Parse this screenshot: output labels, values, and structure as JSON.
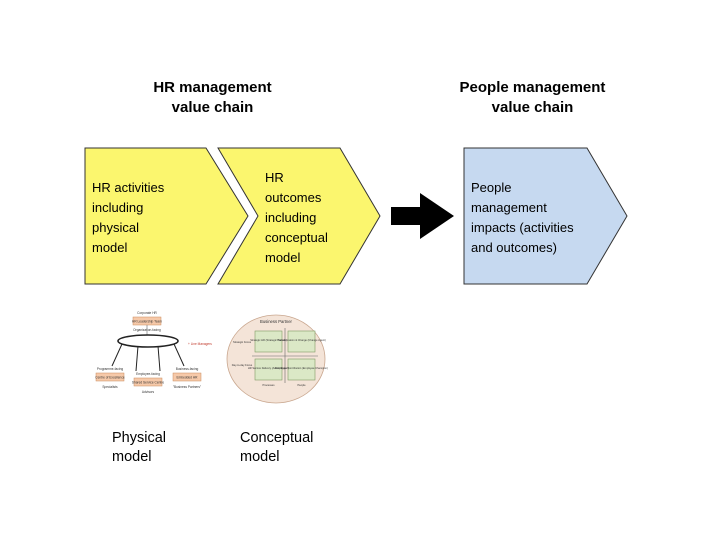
{
  "headings": {
    "hr_chain": "HR management\nvalue chain",
    "people_chain": "People management\nvalue chain"
  },
  "chevrons": [
    {
      "text": "HR activities\nincluding\nphysical\nmodel",
      "fill": "#fbf66e"
    },
    {
      "text": "HR\noutcomes\nincluding\nconceptual\nmodel",
      "fill": "#fbf66e"
    },
    {
      "text": "People\nmanagement\nimpacts (activities\nand outcomes)",
      "fill": "#c6d9f0"
    }
  ],
  "arrow_color": "#000000",
  "physical_model": {
    "corporate_hr": "Corporate HR",
    "hr_leadership_team": "HR Leadership Team",
    "organization_facing": "Organization-facing",
    "line_managers": "+ Line Managers",
    "programme_facing": "Programme-facing",
    "centre_of_excellence": "Centre of Excellence",
    "employee_facing": "Employee-facing",
    "shared_service_centre": "Shared Service Centre",
    "business_facing": "Business-facing",
    "embedded_hr": "Embedded HR",
    "specialists": "Specialists",
    "advisors": "Advisors",
    "business_partners": "\"Business Partners\""
  },
  "conceptual_model": {
    "title": "Business Partner",
    "strategic_focus": "Strategic Focus",
    "day_to_day_focus": "Day-to-day Focus",
    "strategic_partner": "Strategic HR (Strategic Partner)",
    "change_agent": "Transformation & Change (Change Agent)",
    "admin_expert": "HR Service Delivery (Admin Expert)",
    "employee_champion": "Employee Contribution (Employee Champion)",
    "processes": "Processes",
    "people": "People"
  },
  "captions": {
    "physical": "Physical\nmodel",
    "conceptual": "Conceptual\nmodel"
  }
}
